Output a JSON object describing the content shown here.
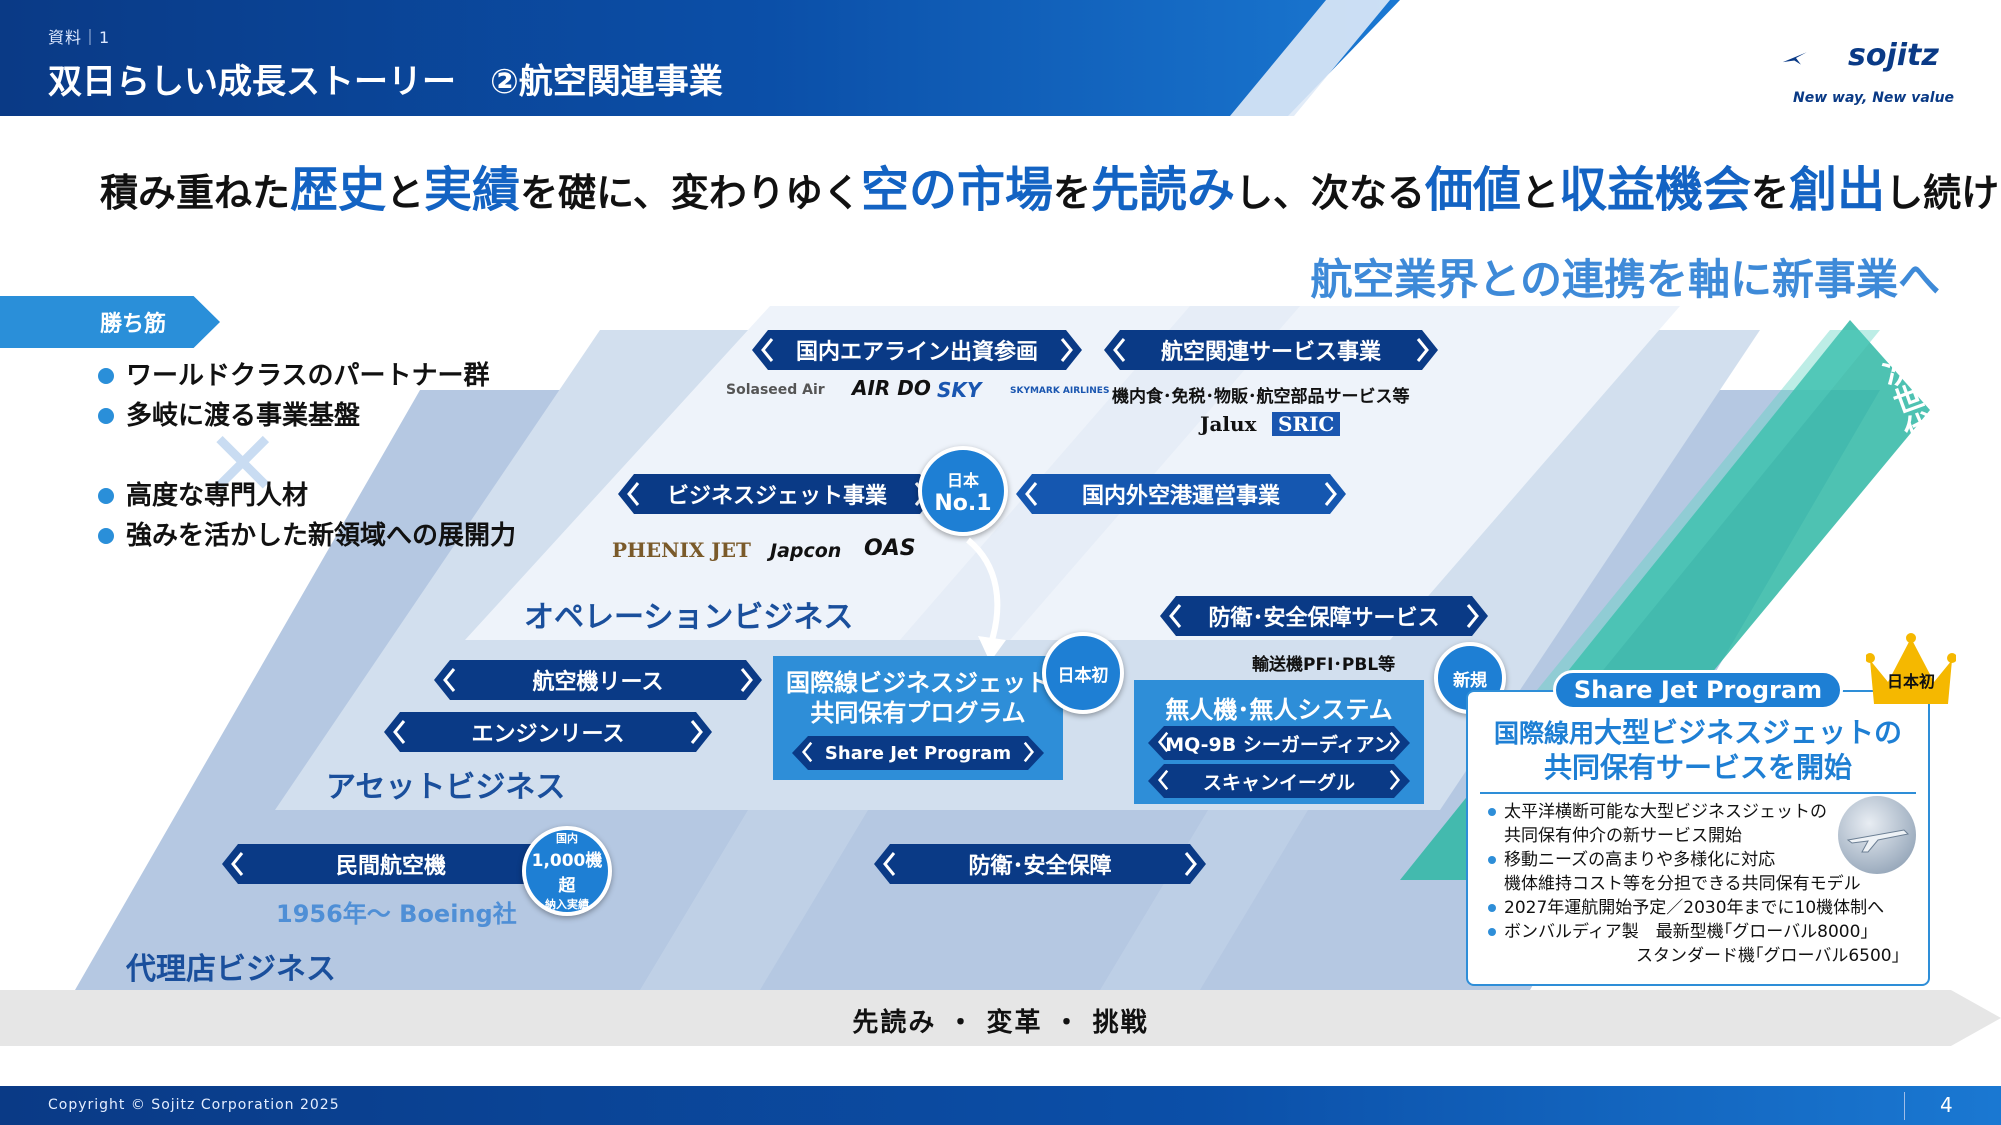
{
  "header": {
    "doc_label": "資料｜1",
    "title": "双日らしい成長ストーリー　②航空関連事業"
  },
  "logo": {
    "word": "sojitz",
    "tagline": "New way, New value"
  },
  "headline": {
    "p1": "積み重ねた",
    "h1": "歴史",
    "p2": "と",
    "h2": "実績",
    "p3": "を礎に、変わりゆく",
    "h3": "空の市場",
    "p4": "を",
    "h4": "先読み",
    "p5": "し、次なる",
    "h5": "価値",
    "p6": "と",
    "h6": "収益機会",
    "p7": "を",
    "h7": "創出",
    "p8": "し続ける"
  },
  "subhead": "航空業界との連携を軸に新事業へ",
  "strengths": {
    "tab": "勝ち筋",
    "items": [
      "ワールドクラスのパートナー群",
      "多岐に渡る事業基盤",
      "高度な専門人材",
      "強みを活かした新領域への展開力"
    ]
  },
  "operation": {
    "label": "オペレーションビジネス",
    "domestic_airline": "国内エアライン出資参画",
    "airline_logos": [
      "Solaseed Air",
      "AIR DO",
      "SKY",
      "SKYMARK AIRLINES"
    ],
    "aviation_service": "航空関連サービス事業",
    "aviation_service_note": "機内食･免税･物販･航空部品サービス等",
    "service_logos": [
      "Jalux",
      "SRIC"
    ],
    "bizjet": "ビジネスジェット事業",
    "bizjet_logos": [
      "PHENIX JET",
      "Japcon",
      "OAS"
    ],
    "airport": "国内外空港運営事業",
    "badge_no1_line1": "日本",
    "badge_no1_line2": "No.1",
    "defense_service": "防衛･安全保障サービス",
    "defense_service_note": "輸送機PFI･PBL等"
  },
  "asset": {
    "label": "アセットビジネス",
    "aircraft_lease": "航空機リース",
    "engine_lease": "エンジンリース",
    "share_jet_title": "国際線ビジネスジェット共同保有プログラム",
    "share_jet_title_l1": "国際線ビジネスジェット",
    "share_jet_title_l2": "共同保有プログラム",
    "share_jet_pill": "Share Jet Program",
    "badge_first": "日本初",
    "drone_title": "無人機･無人システム",
    "drone_items": [
      "MQ-9B シーガーディアン",
      "スキャンイーグル"
    ],
    "badge_new": "新規"
  },
  "agency": {
    "label": "代理店ビジネス",
    "civil_aircraft": "民間航空機",
    "civil_note": "1956年～ Boeing社",
    "badge_line1": "国内",
    "badge_line2": "1,000機超",
    "badge_line3": "納入実績",
    "defense": "防衛･安全保障"
  },
  "next_gen": "次世代エアモビリティ",
  "card": {
    "title": "Share Jet Program",
    "crown_text": "日本初",
    "head_l1_a": "国際線用",
    "head_l1_b": "大型ビジネスジェットの",
    "head_l2": "共同保有サービスを開始",
    "items": [
      {
        "type": "bullet",
        "text": "太平洋横断可能な大型ビジネスジェットの"
      },
      {
        "type": "cont",
        "text": "共同保有仲介の新サービス開始"
      },
      {
        "type": "bullet",
        "text": "移動ニーズの高まりや多様化に対応"
      },
      {
        "type": "cont",
        "text": "機体維持コスト等を分担できる共同保有モデル"
      },
      {
        "type": "bullet",
        "text": "2027年運航開始予定／2030年までに10機体制へ"
      },
      {
        "type": "bullet",
        "text": "ボンバルディア製　最新型機｢グローバル8000｣"
      },
      {
        "type": "cont2",
        "text": "スタンダード機｢グローバル6500｣"
      }
    ]
  },
  "bottom_bar": "先読み ・ 変革 ・ 挑戦",
  "footer": {
    "copyright": "Copyright © Sojitz Corporation 2025",
    "page": "4"
  },
  "colors": {
    "primary": "#0a3a86",
    "accent": "#1e7fd4",
    "light": "#2e8ed8",
    "teal": "#2fb7a4"
  }
}
